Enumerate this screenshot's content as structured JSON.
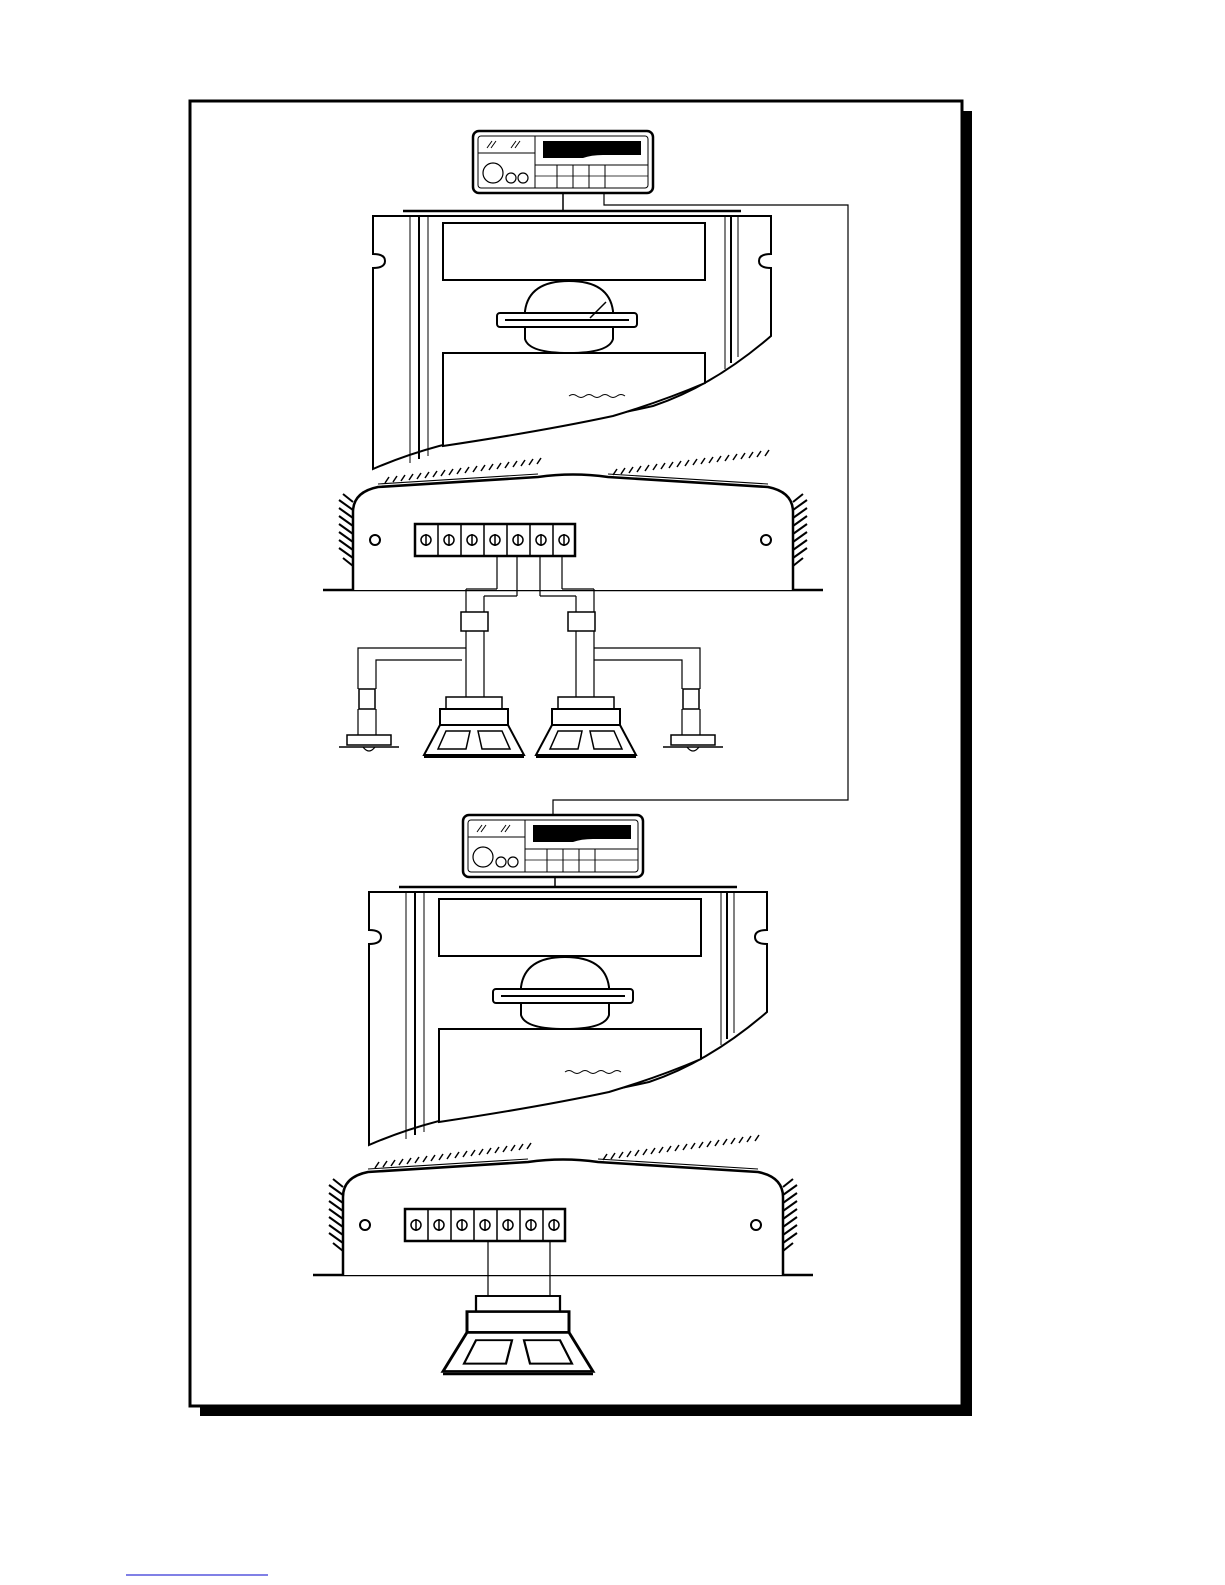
{
  "diagram": {
    "title": "",
    "systems": [
      {
        "head_unit": "car-stereo-head-unit",
        "amplifier": "amplifier",
        "terminal_count": 7,
        "outputs": [
          "tweeter-left",
          "woofer-left",
          "woofer-right",
          "tweeter-right"
        ]
      },
      {
        "head_unit": "car-stereo-head-unit",
        "amplifier": "amplifier",
        "terminal_count": 7,
        "outputs": [
          "subwoofer"
        ]
      }
    ],
    "colors": {
      "line": "#000000",
      "paper": "#ffffff",
      "shadow": "#000000",
      "link": "#0000cc"
    }
  }
}
